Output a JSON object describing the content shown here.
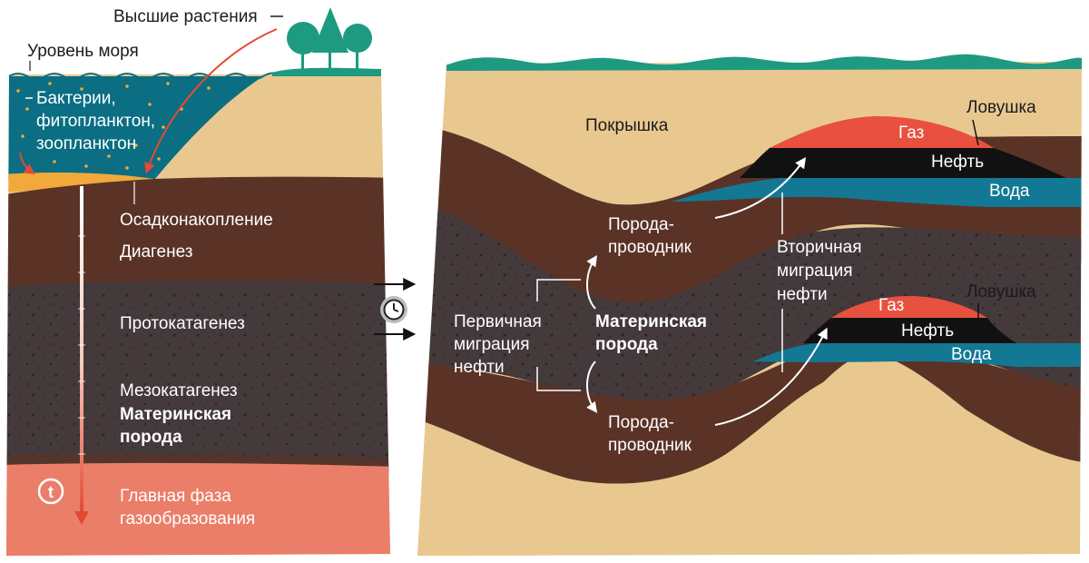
{
  "left": {
    "plants": "Высшие растения",
    "sea_level": "Уровень моря",
    "plankton": [
      "Бактерии,",
      "фитопланктон,",
      "зоопланктон"
    ],
    "stages": {
      "sedimentation": "Осадконакопление",
      "diagenesis": "Диагенез",
      "protocatagenesis": "Протокатагенез",
      "mesocatagenesis": "Мезокатагенез",
      "source_rock": [
        "Материнская",
        "порода"
      ],
      "gas_phase": [
        "Главная фаза",
        "газообразования"
      ]
    },
    "time_symbol": "t"
  },
  "center": {
    "icon": "clock-icon"
  },
  "right": {
    "cap_rock": "Покрышка",
    "trap_upper": "Ловушка",
    "trap_lower": "Ловушка",
    "gas_upper": "Газ",
    "oil_upper": "Нефть",
    "water_upper": "Вода",
    "gas_lower": "Газ",
    "oil_lower": "Нефть",
    "water_lower": "Вода",
    "carrier_upper": [
      "Порода-",
      "проводник"
    ],
    "carrier_lower": [
      "Порода-",
      "проводник"
    ],
    "secondary_migration": [
      "Вторичная",
      "миграция",
      "нефти"
    ],
    "primary_migration": [
      "Первичная",
      "миграция",
      "нефти"
    ],
    "source_rock": [
      "Материнская",
      "порода"
    ]
  },
  "colors": {
    "sand": "#E9C890",
    "sea": "#0B6E83",
    "grass": "#1E9A80",
    "sediment_orange": "#F2A93B",
    "brown": "#5A3326",
    "dark_layer": "#44393B",
    "red_zone": "#EB7E68",
    "gas": "#E8513F",
    "oil": "#111111",
    "water": "#137894",
    "accent_red": "#E34A33"
  }
}
